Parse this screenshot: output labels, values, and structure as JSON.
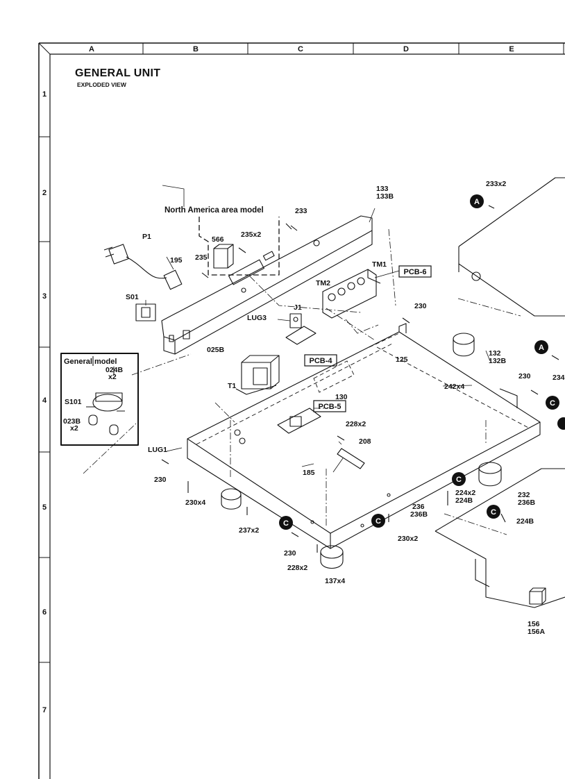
{
  "sheet": {
    "title": "GENERAL UNIT",
    "subtitle": "EXPLODED VIEW",
    "columns": [
      "A",
      "B",
      "C",
      "D",
      "E"
    ],
    "rows": [
      "1",
      "2",
      "3",
      "4",
      "5",
      "6",
      "7"
    ]
  },
  "callouts": {
    "north_america": "North America area model",
    "general_model": "General model",
    "pcb4": "PCB-4",
    "pcb5": "PCB-5",
    "pcb6": "PCB-6",
    "marker_a": "A",
    "marker_c": "C"
  },
  "part_labels": {
    "p1": "P1",
    "l195": "195",
    "s01": "S01",
    "l566": "566",
    "l235x2": "235x2",
    "l235": "235",
    "l233": "233",
    "l133": "133",
    "l133b": "133B",
    "tm1": "TM1",
    "tm2": "TM2",
    "l233x2": "233x2",
    "l230_top": "230",
    "j1": "J1",
    "lug3": "LUG3",
    "l025b": "025B",
    "l125": "125",
    "l132": "132",
    "l132b": "132B",
    "l130": "130",
    "t1": "T1",
    "l242x4": "242x4",
    "l230_right": "230",
    "l234": "234",
    "l024b": "024B",
    "x2_a": "x2",
    "s101": "S101",
    "l023b": "023B",
    "x2_b": "x2",
    "l228x2": "228x2",
    "l208": "208",
    "lug1": "LUG1",
    "l230_left": "230",
    "l185": "185",
    "l230x4": "230x4",
    "l237x2": "237x2",
    "l230_bottom": "230",
    "l228x2_b": "228x2",
    "l137x4": "137x4",
    "l236": "236",
    "l236b": "236B",
    "l224x2": "224x2",
    "l224b": "224B",
    "l230x2": "230x2",
    "l232": "232",
    "l236b_r": "236B",
    "l224b_r": "224B",
    "l156": "156",
    "l156a": "156A"
  }
}
